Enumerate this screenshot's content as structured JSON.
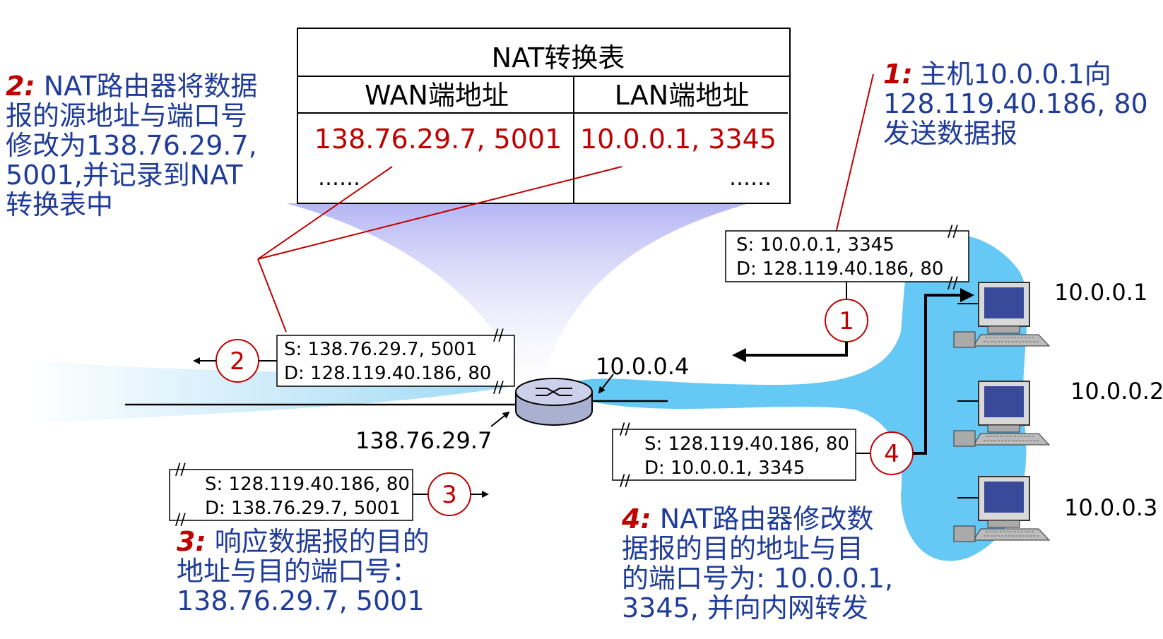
{
  "nat_table": {
    "title": "NAT转换表",
    "wan_header": "WAN端地址",
    "lan_header": "LAN端地址",
    "wan_value": "138.76.29.7, 5001",
    "lan_value": "10.0.0.1, 3345",
    "wan_more": "……",
    "lan_more": "……"
  },
  "steps": {
    "s1": {
      "num": "1:",
      "lines": [
        "主机10.0.0.1向",
        "128.119.40.186, 80",
        "发送数据报"
      ]
    },
    "s2": {
      "num": "2:",
      "lines": [
        " NAT路由器将数据",
        "报的源地址与端口号",
        "修改为138.76.29.7,",
        "5001,并记录到NAT",
        "转换表中"
      ]
    },
    "s3": {
      "num": "3:",
      "lines": [
        " 响应数据报的目的",
        "地址与目的端口号：",
        " 138.76.29.7, 5001"
      ]
    },
    "s4": {
      "num": "4:",
      "lines": [
        " NAT路由器修改数",
        "据报的目的地址与目",
        "的端口号为: 10.0.0.1,",
        "3345, 并向内网转发"
      ]
    }
  },
  "packets": {
    "p1": {
      "src": "S: 10.0.0.1, 3345",
      "dst": "D: 128.119.40.186, 80",
      "circle": "1"
    },
    "p2": {
      "src": "S: 138.76.29.7, 5001",
      "dst": "D: 128.119.40.186, 80",
      "circle": "2"
    },
    "p3": {
      "src": "S: 128.119.40.186, 80",
      "dst": "D: 138.76.29.7, 5001",
      "circle": "3"
    },
    "p4": {
      "src": "S: 128.119.40.186, 80",
      "dst": "D: 10.0.0.1, 3345",
      "circle": "4"
    }
  },
  "addresses": {
    "router_lan": "10.0.0.4",
    "router_wan": "138.76.29.7",
    "host1": "10.0.0.1",
    "host2": "10.0.0.2",
    "host3": "10.0.0.3"
  },
  "colors": {
    "step_text": "#1f3c99",
    "step_number": "#c00000",
    "table_value": "#c00000",
    "lan_cloud": "#66c8f4",
    "wan_gradient": "#b8e4f8",
    "table_funnel": "#b8b8f0"
  }
}
